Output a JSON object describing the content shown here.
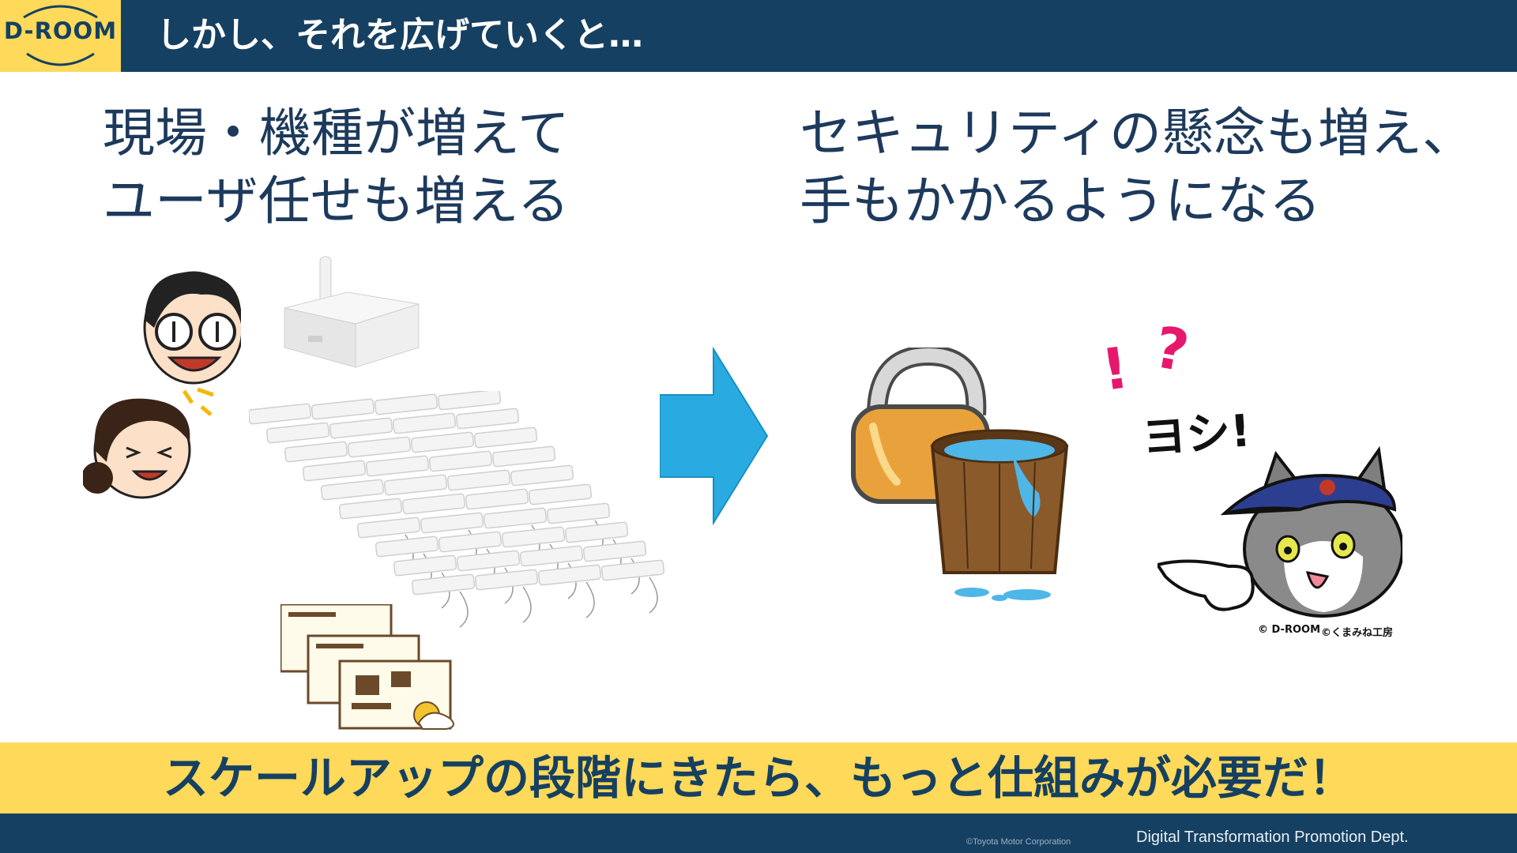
{
  "header": {
    "logo_text": "D-ROOM",
    "title": "しかし、それを広げていくと…",
    "background": "#164061",
    "logo_background": "#fed95a"
  },
  "left_section": {
    "heading_line1": "現場・機種が増えて",
    "heading_line2": "ユーザ任せも増える",
    "illustrations": [
      "people-icon",
      "gateway-icon",
      "sensor-array-icon",
      "circuit-board-icon"
    ]
  },
  "arrow": {
    "icon": "arrow-right-icon",
    "color": "#29abe2"
  },
  "right_section": {
    "heading_line1": "セキュリティの懸念も増え、",
    "heading_line2": "手もかかるようになる",
    "exclaim_text": "!",
    "question_text": "?",
    "yoshi_text": "ヨシ!",
    "credit_droom": "© D-ROOM",
    "credit_kumamine": "©くまみね工房",
    "illustrations": [
      "padlock-icon",
      "leaking-bucket-icon",
      "pointing-cat-icon"
    ]
  },
  "banner": {
    "text": "スケールアップの段階にきたら、もっと仕組みが必要だ！",
    "background": "#fed95a"
  },
  "footer": {
    "copyright": "©Toyota Motor Corporation",
    "department": "Digital Transformation Promotion Dept."
  }
}
